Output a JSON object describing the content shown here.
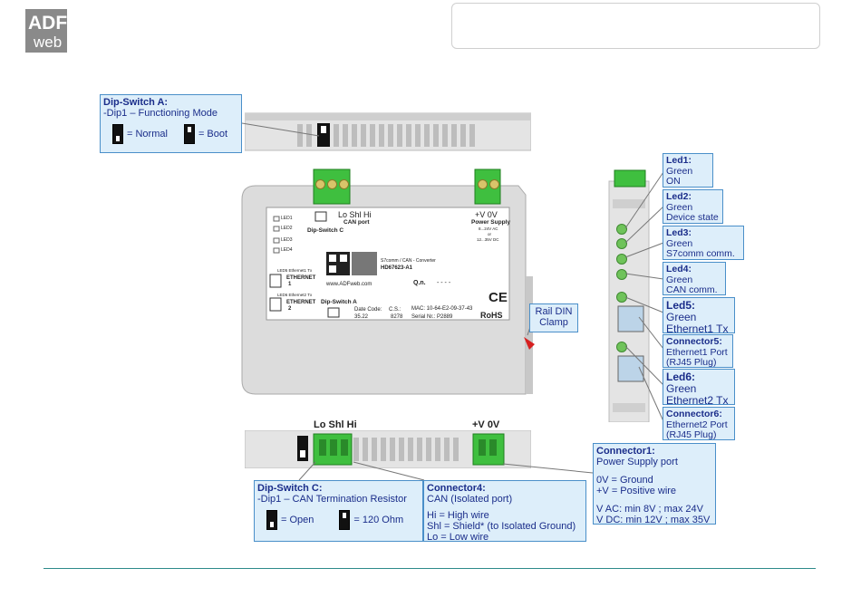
{
  "logo": {
    "text_top": "ADF",
    "text_bottom": "web"
  },
  "dip_a": {
    "title": "Dip-Switch A:",
    "desc": "-Dip1 – Functioning Mode",
    "normal": "= Normal",
    "boot": "= Boot"
  },
  "dip_c": {
    "title": "Dip-Switch C:",
    "desc": "-Dip1 – CAN Termination Resistor",
    "open": "= Open",
    "ohm": "= 120 Ohm"
  },
  "connector4": {
    "title": "Connector4:",
    "sub": "CAN (Isolated port)",
    "l1": "Hi = High wire",
    "l2": "Shl = Shield* (to Isolated Ground)",
    "l3": "Lo = Low wire"
  },
  "connector1": {
    "title": "Connector1:",
    "sub": "Power Supply port",
    "l1": "0V = Ground",
    "l2": "+V = Positive wire",
    "l3": "V AC: min 8V ; max 24V",
    "l4": "V DC: min 12V ; max 35V"
  },
  "rail": {
    "l1": "Rail DIN",
    "l2": "Clamp"
  },
  "leds": [
    {
      "title": "Led1:",
      "l1": "Green",
      "l2": "ON"
    },
    {
      "title": "Led2:",
      "l1": "Green",
      "l2": "Device state"
    },
    {
      "title": "Led3:",
      "l1": "Green",
      "l2": "S7comm comm."
    },
    {
      "title": "Led4:",
      "l1": "Green",
      "l2": "CAN comm."
    },
    {
      "title": "Led5:",
      "l1": "Green",
      "l2": "Ethernet1 Tx"
    },
    {
      "title": "Connector5:",
      "l1": "Ethernet1 Port",
      "l2": "(RJ45 Plug)"
    },
    {
      "title": "Led6:",
      "l1": "Green",
      "l2": "Ethernet2 Tx"
    },
    {
      "title": "Connector6:",
      "l1": "Ethernet2 Port",
      "l2": "(RJ45 Plug)"
    }
  ],
  "device": {
    "top_can_label": "Lo  Shl  Hi",
    "can_port": "CAN port",
    "dip_c_label": "Dip-Switch C",
    "pwr_label": "+V    0V",
    "pwr_title": "Power Supply",
    "pwr_ac": "8...24V AC",
    "pwr_or": "or",
    "pwr_dc": "12...35V DC",
    "led1": "LED1",
    "led2": "LED2",
    "led3": "LED3",
    "led4": "LED4",
    "led5": "LED5 Ethernet1 Tx",
    "eth1": "ETHERNET",
    "eth1n": "1",
    "led6": "LED6 Ethernet2 Tx",
    "eth2": "ETHERNET",
    "eth2n": "2",
    "product": "S7comm / CAN - Converter",
    "code": "HD67623-A1",
    "qn": "Q.n.",
    "qn_val": "- - - -",
    "site": "www.ADFweb.com",
    "dip_a_label": "Dip-Switch A",
    "date_code": "Date Code:",
    "date_val": "35.22",
    "cs": "C.S.:",
    "cs_val": "8278",
    "mac": "MAC: 10-64-E2-09-37-43",
    "serial": "Serial Nr.: P2889",
    "ce": "CE",
    "rohs": "RoHS",
    "bottom_can_label": "Lo Shl Hi",
    "bottom_pwr_label": "+V 0V"
  }
}
